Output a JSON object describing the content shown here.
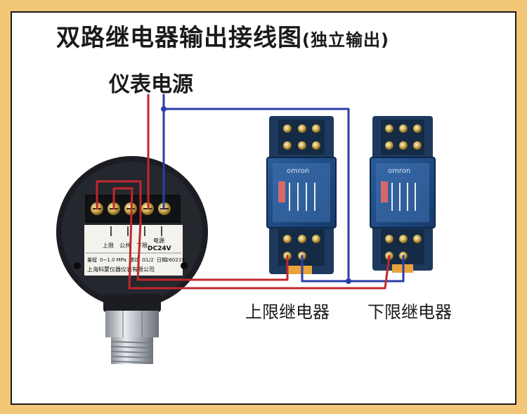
{
  "title": {
    "main": "双路继电器输出接线图",
    "sub": "(独立输出)"
  },
  "power_label": "仪表电源",
  "relays": [
    {
      "label": "上限继电器",
      "brand": "omron"
    },
    {
      "label": "下限继电器",
      "brand": "omron"
    }
  ],
  "gauge": {
    "terminal_labels": [
      "上限",
      "公共",
      "下限",
      "电源"
    ],
    "power_spec": "DC24V",
    "range_label": "量程",
    "range": "0~1.0 MPa",
    "thread_label": "螺纹",
    "thread": "G1/2",
    "date_label": "日期",
    "date": "260219",
    "maker": "上海科蒙仪器仪表有限公司"
  },
  "colors": {
    "background": "#f3c778",
    "red_wire": "#c0272d",
    "blue_wire": "#2a3ea8",
    "relay_body": "#1d3a5e",
    "gauge_body": "#1b1d22"
  }
}
